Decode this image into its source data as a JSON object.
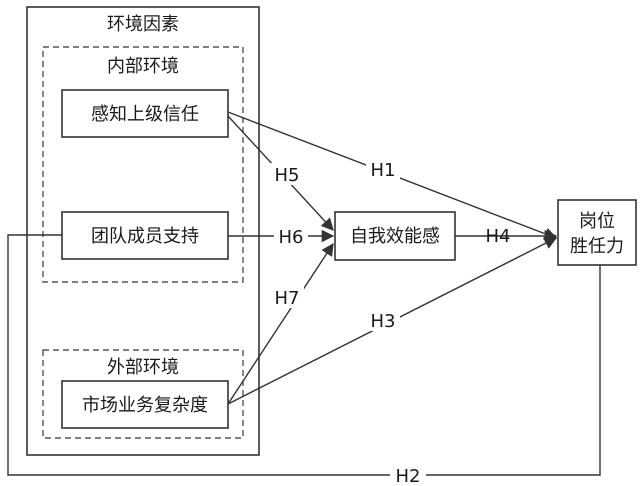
{
  "diagram": {
    "environment_title": "环境因素",
    "internal_title": "内部环境",
    "external_title": "外部环境",
    "nodes": {
      "perceived_trust": "感知上级信任",
      "team_support": "团队成员支持",
      "market_complexity": "市场业务复杂度",
      "self_efficacy": "自我效能感",
      "competency_line1": "岗位",
      "competency_line2": "胜任力"
    },
    "hypotheses": {
      "h1": "H1",
      "h2": "H2",
      "h3": "H3",
      "h4": "H4",
      "h5": "H5",
      "h6": "H6",
      "h7": "H7"
    }
  }
}
